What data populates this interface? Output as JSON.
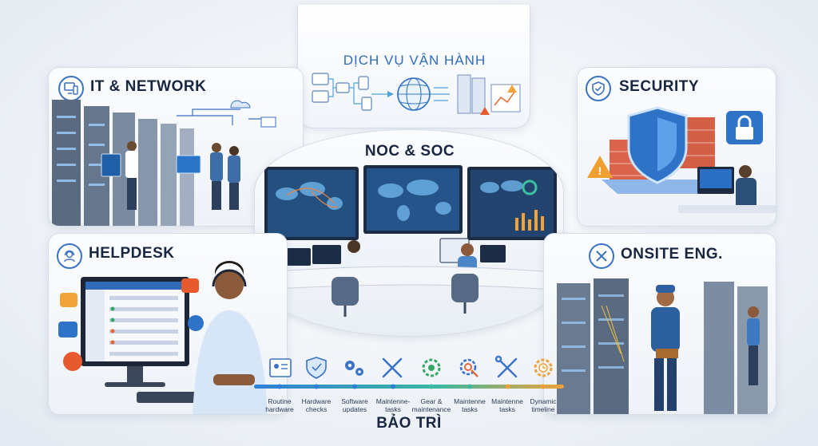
{
  "top": {
    "title": "DỊCH VỤ VẬN HÀNH"
  },
  "panels": {
    "it_network": {
      "title": "IT & NETWORK",
      "icon": "monitor-network-icon"
    },
    "security": {
      "title": "SECURITY",
      "icon": "shield-check-icon"
    },
    "helpdesk": {
      "title": "HELPDESK",
      "icon": "headset-user-icon"
    },
    "onsite": {
      "title": "ONSITE ENG.",
      "icon": "wrench-screwdriver-icon"
    },
    "noc_soc": {
      "title": "NOC & SOC"
    }
  },
  "maintenance": {
    "title": "BẢO TRÌ",
    "steps": [
      {
        "label": "Routine hardware",
        "icon": "id-card-icon",
        "color": "#3b73c6"
      },
      {
        "label": "Hardware checks",
        "icon": "shield-check-icon",
        "color": "#3b73c6"
      },
      {
        "label": "Software updates",
        "icon": "gears-icon",
        "color": "#3b73c6"
      },
      {
        "label": "Maintenne-tasks",
        "icon": "wrench-screwdriver-icon",
        "color": "#3b73c6"
      },
      {
        "label": "Gear & maintenance",
        "icon": "gear-green-icon",
        "color": "#36a866"
      },
      {
        "label": "Maintenne tasks",
        "icon": "gear-search-icon",
        "color": "#e2683a"
      },
      {
        "label": "Maintenne tasks",
        "icon": "tools-icon",
        "color": "#3b73c6"
      },
      {
        "label": "Dynamic timeline",
        "icon": "gear-clock-icon",
        "color": "#f0a23a"
      }
    ]
  },
  "colors": {
    "accent_blue": "#2f6bb8",
    "title_dark": "#18263f",
    "timeline_start": "#2f7fd8",
    "timeline_mid": "#3cb8a0",
    "timeline_end": "#f0a23a",
    "alert_orange": "#e8762f"
  }
}
